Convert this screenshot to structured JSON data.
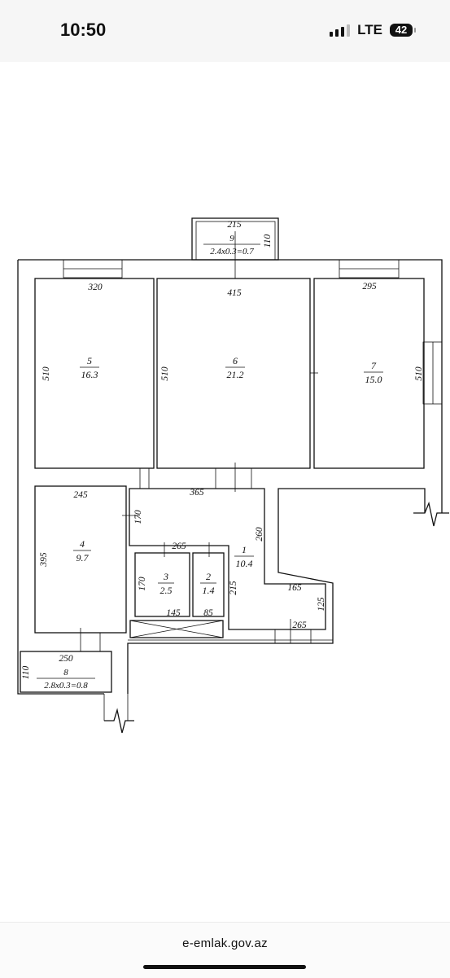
{
  "status_bar": {
    "time": "10:50",
    "network": "LTE",
    "battery": "42",
    "icons": [
      "signal-bars-icon",
      "battery-icon"
    ]
  },
  "floor_plan": {
    "rooms": [
      {
        "number": "1",
        "area": "10.4"
      },
      {
        "number": "2",
        "area": "1.4"
      },
      {
        "number": "3",
        "area": "2.5"
      },
      {
        "number": "4",
        "area": "9.7"
      },
      {
        "number": "5",
        "area": "16.3"
      },
      {
        "number": "6",
        "area": "21.2"
      },
      {
        "number": "7",
        "area": "15.0"
      },
      {
        "number": "8",
        "area": "2.8x0.3=0.8"
      },
      {
        "number": "9",
        "area": "2.4x0.3=0.7"
      }
    ],
    "dimensions": {
      "d215_top": "215",
      "d110_top": "110",
      "d320": "320",
      "d415": "415",
      "d295": "295",
      "d510_left": "510",
      "d510_mid": "510",
      "d510_right": "510",
      "d245": "245",
      "d365": "365",
      "d170_a": "170",
      "d260": "260",
      "d265_a": "265",
      "d395": "395",
      "d170_b": "170",
      "d215_mid": "215",
      "d165": "165",
      "d125": "125",
      "d145": "145",
      "d85": "85",
      "d265_b": "265",
      "d250": "250",
      "d110_bottom": "110"
    }
  },
  "footer": {
    "url": "e-emlak.gov.az"
  }
}
